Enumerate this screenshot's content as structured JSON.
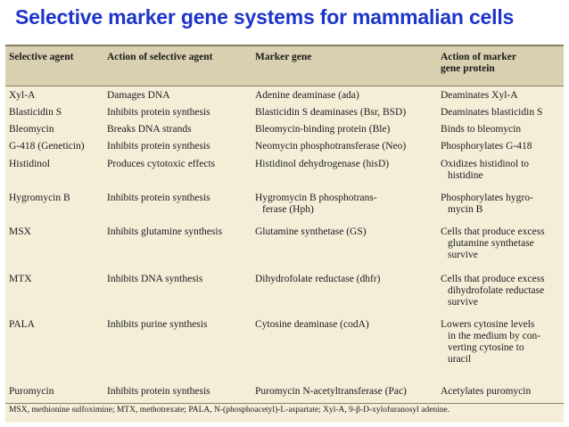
{
  "title": "Selective marker gene systems for mammalian cells",
  "table": {
    "headers": [
      "Selective agent",
      "Action of selective agent",
      "Marker gene",
      "Action of marker\ngene protein"
    ],
    "rows": [
      [
        "Xyl-A",
        "Damages DNA",
        "Adenine deaminase (ada)",
        "Deaminates Xyl-A"
      ],
      [
        "Blasticidin S",
        "Inhibits protein synthesis",
        "Blasticidin S deaminases (Bsr, BSD)",
        "Deaminates blasticidin S"
      ],
      [
        "Bleomycin",
        "Breaks DNA strands",
        "Bleomycin-binding protein (Ble)",
        "Binds to bleomycin"
      ],
      [
        "G-418 (Geneticin)",
        "Inhibits protein synthesis",
        "Neomycin phosphotransferase (Neo)",
        "Phosphorylates G-418"
      ],
      [
        "Histidinol",
        "Produces cytotoxic effects",
        "Histidinol dehydrogenase (hisD)",
        "Oxidizes histidinol to\nhistidine"
      ],
      [
        "Hygromycin B",
        "Inhibits protein synthesis",
        "Hygromycin B phosphotrans-\nferase (Hph)",
        "Phosphorylates hygro-\nmycin B"
      ],
      [
        "MSX",
        "Inhibits glutamine synthesis",
        "Glutamine synthetase (GS)",
        "Cells that produce excess\nglutamine synthetase\nsurvive"
      ],
      [
        "MTX",
        "Inhibits DNA synthesis",
        "Dihydrofolate reductase (dhfr)",
        "Cells that produce excess\ndihydrofolate reductase\nsurvive"
      ],
      [
        "PALA",
        "Inhibits purine synthesis",
        "Cytosine deaminase (codA)",
        "Lowers cytosine levels\nin the medium by con-\nverting cytosine to\nuracil"
      ],
      [
        "Puromycin",
        "Inhibits protein synthesis",
        "Puromycin N-acetyltransferase (Pac)",
        "Acetylates puromycin"
      ]
    ],
    "footnote": "MSX, methionine sulfoximine; MTX, methotrexate; PALA, N-(phosphoacetyl)-L-aspartate; Xyl-A, 9-β-D-xylofuranosyl adenine."
  },
  "colors": {
    "title": "#1d35c9",
    "header_bg": "#d9cfb1",
    "body_bg": "#f4eed9",
    "rule": "#8a7f62"
  }
}
